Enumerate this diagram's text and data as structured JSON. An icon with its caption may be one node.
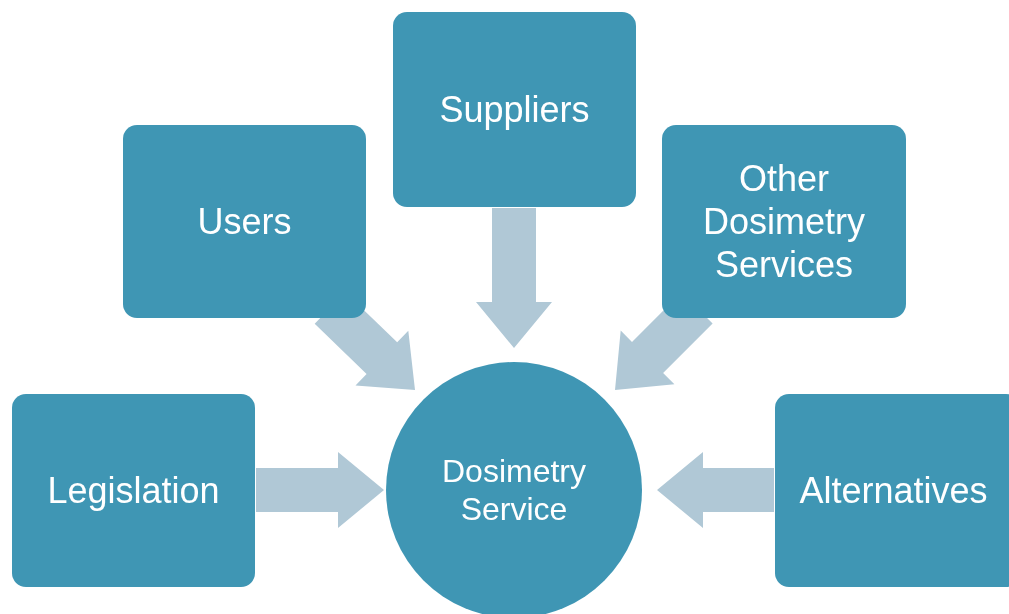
{
  "diagram": {
    "nodes": [
      {
        "text": [
          "Suppliers"
        ]
      },
      {
        "text": [
          "Users"
        ]
      },
      {
        "text": [
          "Other Dosimetry Services"
        ]
      },
      {
        "text": [
          "Legislation"
        ]
      },
      {
        "text": [
          "Dosimetry Service"
        ]
      },
      {
        "text": [
          "Alternatives"
        ]
      }
    ],
    "edges": [
      {
        "from": 0,
        "to": 4,
        "arrow": "to"
      },
      {
        "from": 1,
        "to": 4,
        "arrow": "to"
      },
      {
        "from": 2,
        "to": 4,
        "arrow": "to"
      },
      {
        "from": 3,
        "to": 4,
        "arrow": "to"
      },
      {
        "from": 5,
        "to": 4,
        "arrow": "to"
      }
    ]
  }
}
